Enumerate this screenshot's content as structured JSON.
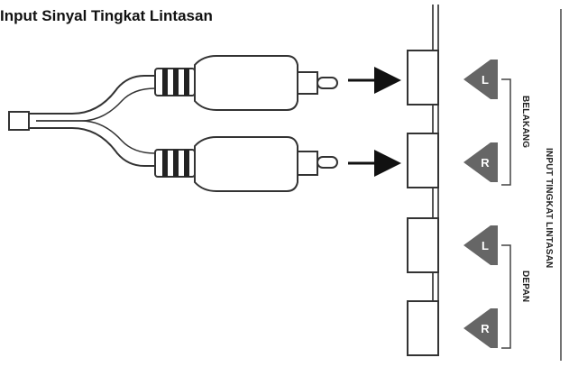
{
  "title": "Input Sinyal Tingkat Lintasan",
  "group_rear": "BELAKANG",
  "group_front": "DEPAN",
  "panel_label": "INPUT TINGKAT LINTASAN",
  "jacks": [
    {
      "channel": "L"
    },
    {
      "channel": "R"
    },
    {
      "channel": "L"
    },
    {
      "channel": "R"
    }
  ]
}
